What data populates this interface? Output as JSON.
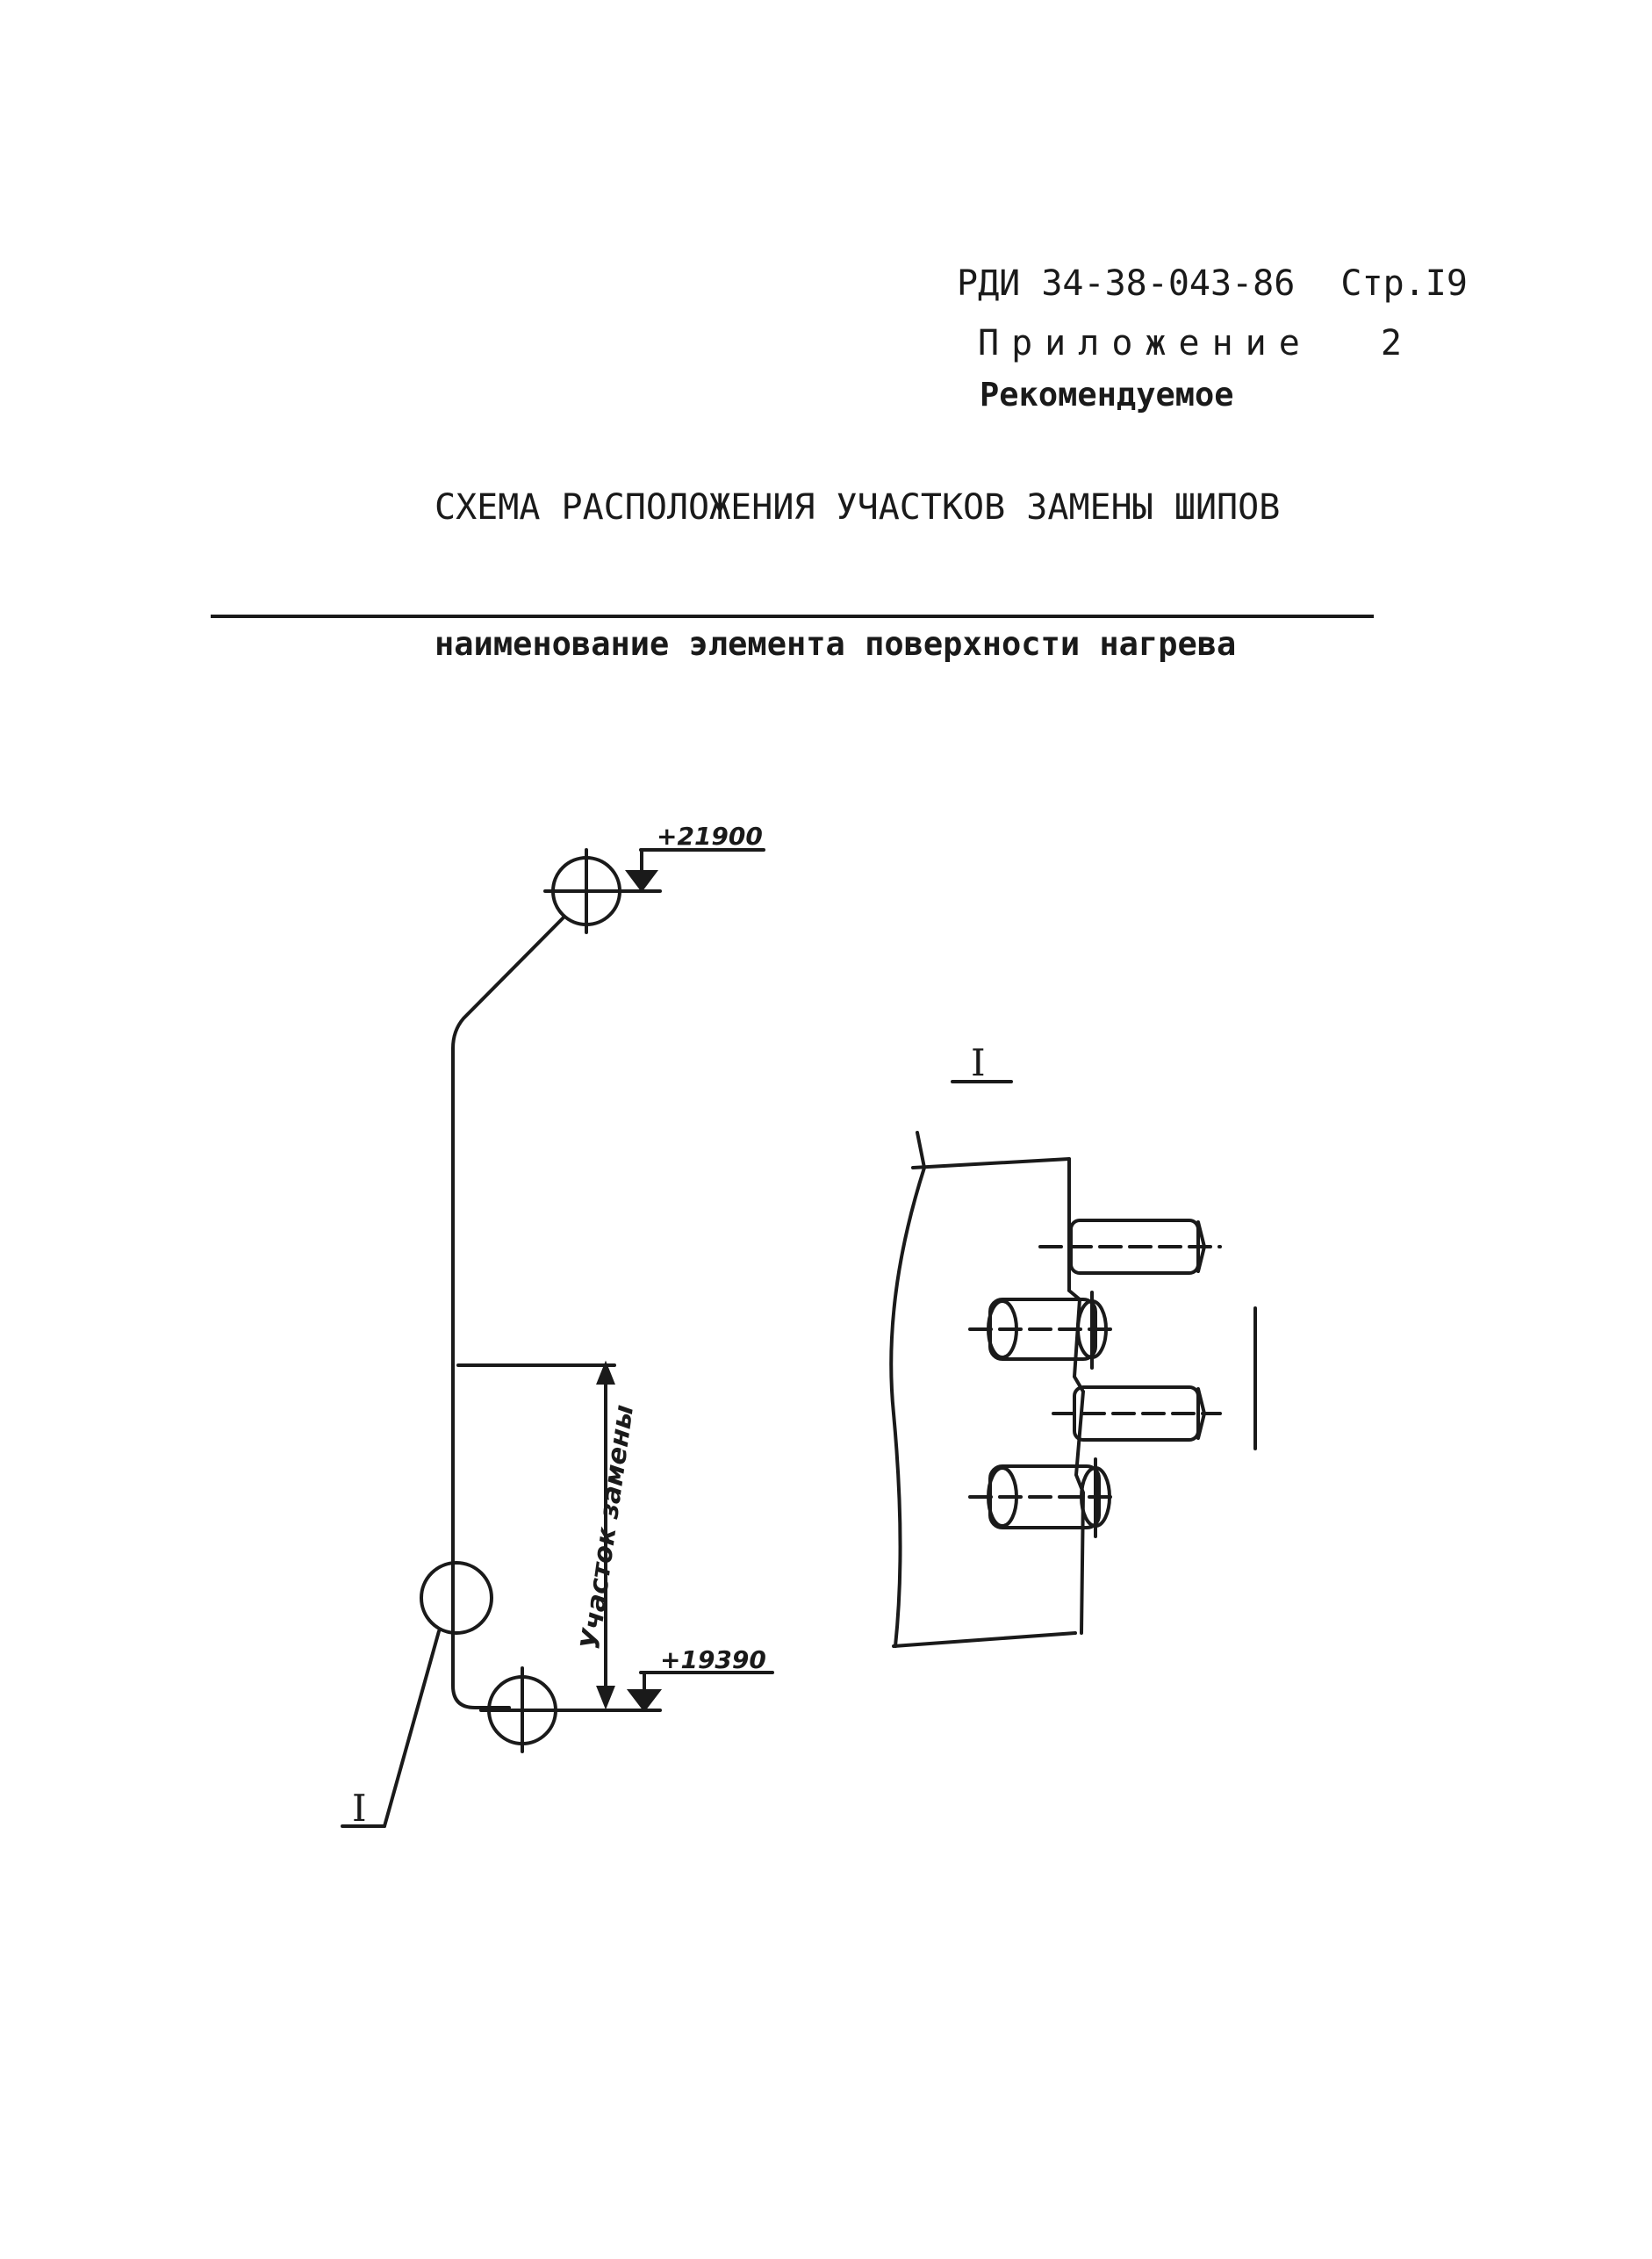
{
  "header": {
    "doc_code": "РДИ 34-38-043-86",
    "page_label": "Стр.I9",
    "appendix_label": "Приложение",
    "appendix_number": "2",
    "status": "Рекомендуемое"
  },
  "title": "СХЕМА РАСПОЛОЖЕНИЯ УЧАСТКОВ ЗАМЕНЫ ШИПОВ",
  "subtitle": "наименование элемента поверхности нагрева",
  "drawing": {
    "top_elevation": "+21900",
    "bottom_elevation": "+19390",
    "section_label": "Участок замены",
    "callout_label": "I",
    "detail_title": "I"
  }
}
